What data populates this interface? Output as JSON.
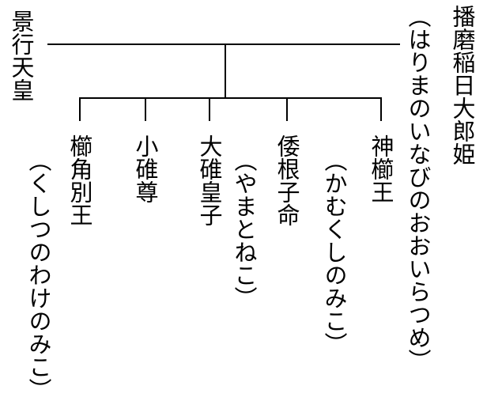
{
  "parents": {
    "father": "景行天皇",
    "mother": "播磨稲日大郎姫",
    "mother_reading": "（はりまのいなびのおおいらつめ）"
  },
  "children": [
    {
      "name": "神櫛王",
      "reading": "（かむくしのみこ）"
    },
    {
      "name": "倭根子命",
      "reading": ""
    },
    {
      "name": "大碓皇子",
      "reading": "（やまとねこ）"
    },
    {
      "name": "小碓尊",
      "reading": ""
    },
    {
      "name": "櫛角別王",
      "reading": "（くしつのわけのみこ）"
    }
  ]
}
